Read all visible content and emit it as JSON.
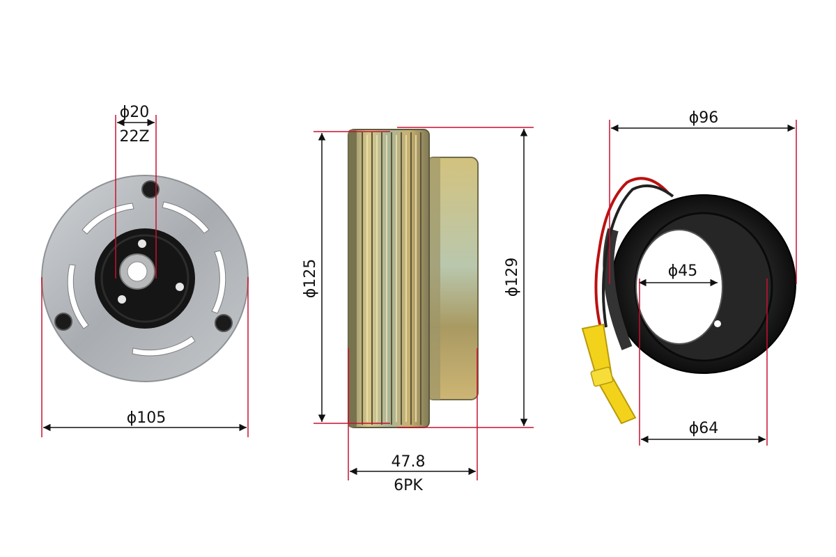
{
  "figure": {
    "colors": {
      "dimension_line": "#111111",
      "extension_line": "#c8102e",
      "plate_metal": "#b9bcc0",
      "hub_dark": "#151515",
      "pulley_gold": "#b8a86a",
      "coil_black": "#1a1a1a",
      "connector_yellow": "#f2d21b"
    },
    "hub_plate": {
      "bore_label": "ϕ20",
      "spline_label": "22Z",
      "outer_label": "ϕ105"
    },
    "pulley": {
      "inner_label": "ϕ125",
      "outer_label": "ϕ129",
      "width_label": "47.8",
      "belt_label": "6PK"
    },
    "coil": {
      "outer_label": "ϕ96",
      "inner_label": "ϕ45",
      "base_label": "ϕ64"
    }
  }
}
